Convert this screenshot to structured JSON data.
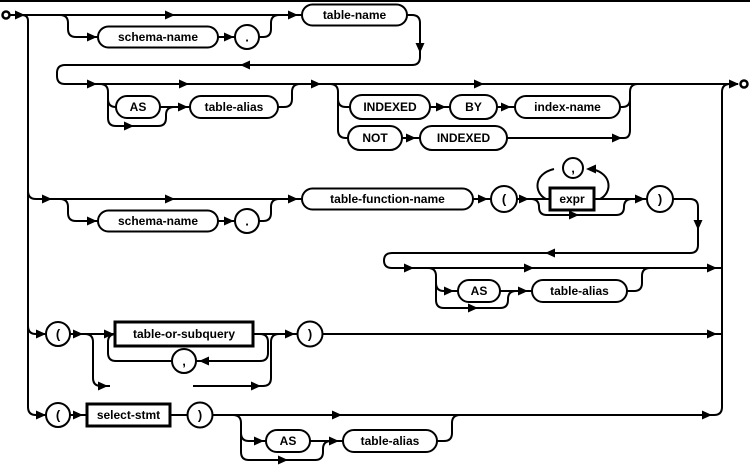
{
  "diagram": {
    "title": "table-or-subquery syntax diagram",
    "colors": {
      "line": "#000000",
      "node_fill": "#ffffff",
      "background": "#ffffff"
    },
    "nodes": [
      {
        "id": "schema-name-row1",
        "label": "schema-name",
        "kind": "pill"
      },
      {
        "id": "dot-row1",
        "label": ".",
        "kind": "circle"
      },
      {
        "id": "table-name",
        "label": "table-name",
        "kind": "pill"
      },
      {
        "id": "as-keyword-row2",
        "label": "AS",
        "kind": "pill"
      },
      {
        "id": "table-alias-row2",
        "label": "table-alias",
        "kind": "pill"
      },
      {
        "id": "indexed-keyword",
        "label": "INDEXED",
        "kind": "pill"
      },
      {
        "id": "by-keyword",
        "label": "BY",
        "kind": "pill"
      },
      {
        "id": "index-name",
        "label": "index-name",
        "kind": "pill"
      },
      {
        "id": "not-keyword",
        "label": "NOT",
        "kind": "pill"
      },
      {
        "id": "indexed-keyword-2",
        "label": "INDEXED",
        "kind": "pill"
      },
      {
        "id": "schema-name-row3",
        "label": "schema-name",
        "kind": "pill"
      },
      {
        "id": "dot-row3",
        "label": ".",
        "kind": "circle"
      },
      {
        "id": "table-function-name",
        "label": "table-function-name",
        "kind": "pill"
      },
      {
        "id": "open-paren-row3",
        "label": "(",
        "kind": "circle"
      },
      {
        "id": "expr-link",
        "label": "expr",
        "kind": "box"
      },
      {
        "id": "comma-row3",
        "label": ",",
        "kind": "circle"
      },
      {
        "id": "close-paren-row3",
        "label": ")",
        "kind": "circle"
      },
      {
        "id": "as-keyword-row4",
        "label": "AS",
        "kind": "pill"
      },
      {
        "id": "table-alias-row4",
        "label": "table-alias",
        "kind": "pill"
      },
      {
        "id": "open-paren-row5",
        "label": "(",
        "kind": "circle"
      },
      {
        "id": "table-or-subquery-link",
        "label": "table-or-subquery",
        "kind": "box"
      },
      {
        "id": "comma-row5",
        "label": ",",
        "kind": "circle"
      },
      {
        "id": "close-paren-row5",
        "label": ")",
        "kind": "circle"
      },
      {
        "id": "open-paren-row6",
        "label": "(",
        "kind": "circle"
      },
      {
        "id": "select-stmt-link",
        "label": "select-stmt",
        "kind": "box"
      },
      {
        "id": "close-paren-row6",
        "label": ")",
        "kind": "circle"
      },
      {
        "id": "as-keyword-row6",
        "label": "AS",
        "kind": "pill"
      },
      {
        "id": "table-alias-row6",
        "label": "table-alias",
        "kind": "pill"
      }
    ]
  }
}
